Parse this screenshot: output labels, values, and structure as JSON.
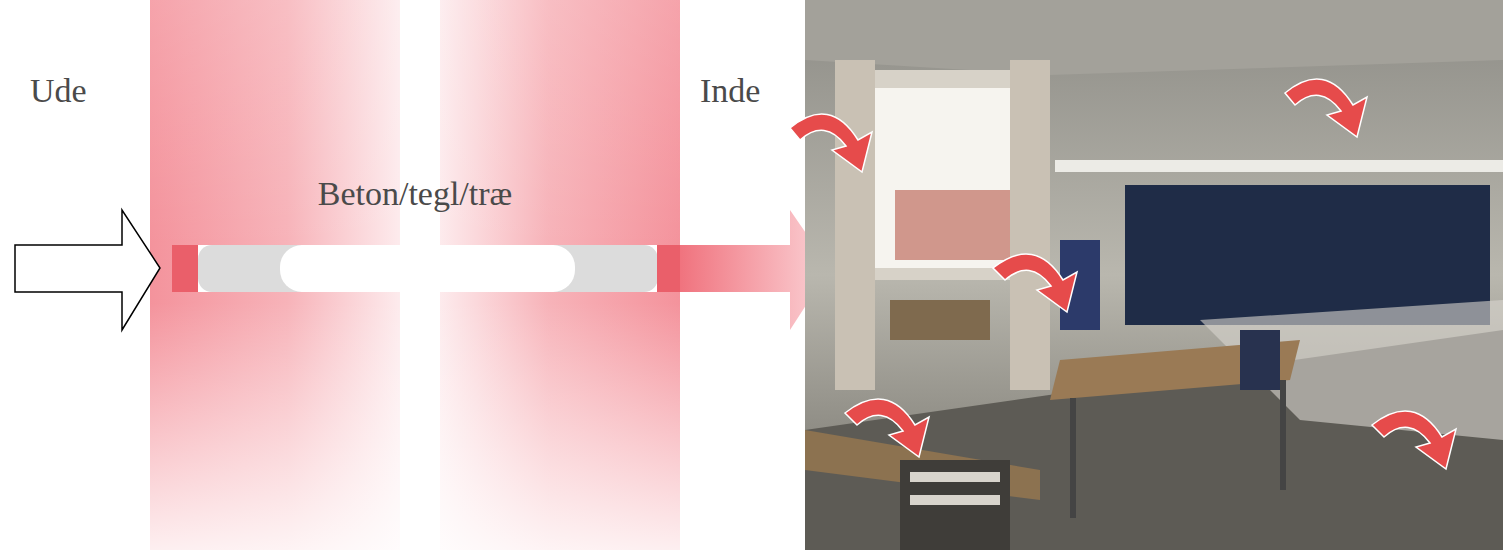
{
  "diagram": {
    "nodes": [
      {
        "text": [
          "Beton/tegl/træ"
        ]
      }
    ],
    "labels": [
      "Ude",
      "Inde"
    ]
  }
}
